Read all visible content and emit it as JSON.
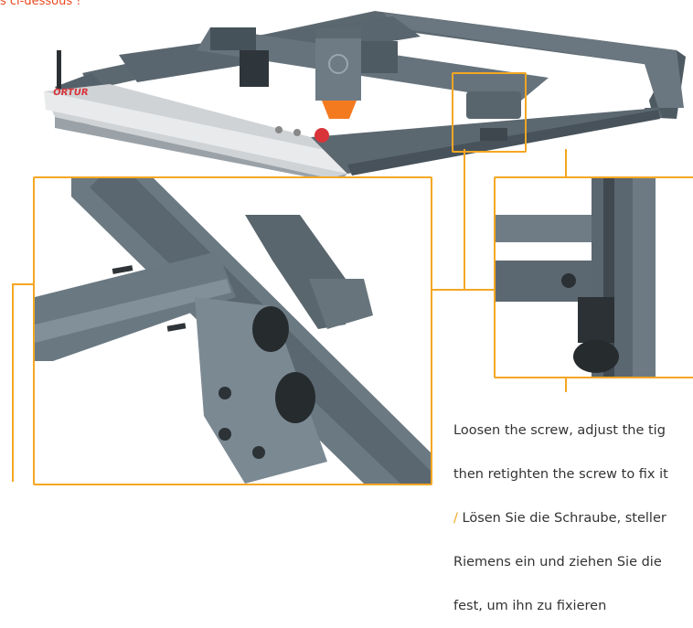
{
  "header": {
    "text": "s ci-dessous !"
  },
  "product": {
    "logo_text": "ORTUR"
  },
  "instructions": {
    "line1": "Loosen the screw, adjust the tig",
    "line2": "then retighten the screw to fix it",
    "line3_slash": "/",
    "line3": " Lösen Sie die Schraube, steller",
    "line4": "Riemens ein und ziehen Sie die",
    "line5": "fest, um ihn zu fixieren"
  },
  "colors": {
    "accent": "#f5a623",
    "frame": "#5c6870",
    "header_text": "#e8491d",
    "nozzle": "#f47a20"
  }
}
